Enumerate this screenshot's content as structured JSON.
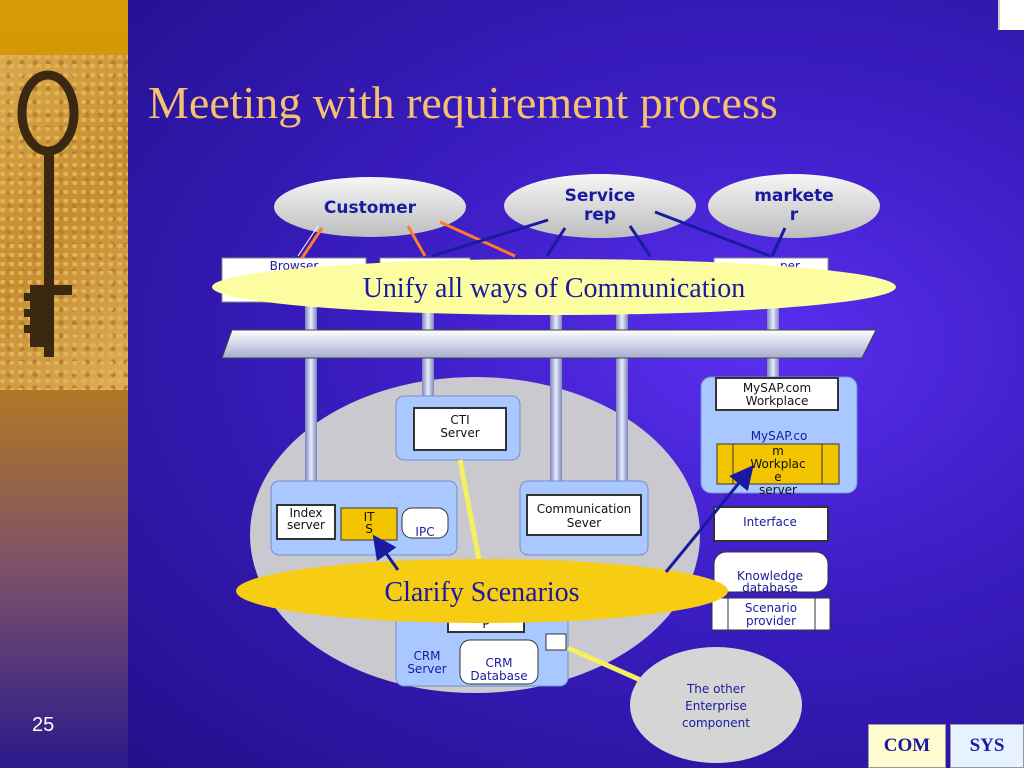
{
  "title": "Meeting with requirement process",
  "page_number": "25",
  "tags": {
    "com": "COM",
    "sys": "SYS"
  },
  "actors": {
    "customer": "Customer",
    "service_rep": [
      "Service",
      "rep"
    ],
    "marketer": [
      "markete",
      "r"
    ]
  },
  "banners": {
    "unify": "Unify all ways of Communication",
    "clarify": "Clarify Scenarios"
  },
  "partial_labels": {
    "browser": "Browser",
    "per": "per",
    "p": "P"
  },
  "components": {
    "cti_server": [
      "CTI",
      "Server"
    ],
    "index_server": [
      "Index",
      "server"
    ],
    "its": [
      "IT",
      "S"
    ],
    "ipc": "IPC",
    "communication_server": [
      "Communication",
      "Sever"
    ],
    "crm_server": [
      "CRM",
      "Server"
    ],
    "crm_database": [
      "CRM",
      "Database"
    ],
    "mysap_workplace": [
      "MySAP.com",
      "Workplace"
    ],
    "mysap_workplace_server": [
      "MySAP.co",
      "m",
      "Workplac",
      "e",
      "server"
    ],
    "interface": "Interface",
    "knowledge_database": [
      "Knowledge",
      "database"
    ],
    "scenario_provider": [
      "Scenario",
      "provider"
    ],
    "enterprise_component": [
      "The other",
      "Enterprise",
      "component"
    ]
  }
}
